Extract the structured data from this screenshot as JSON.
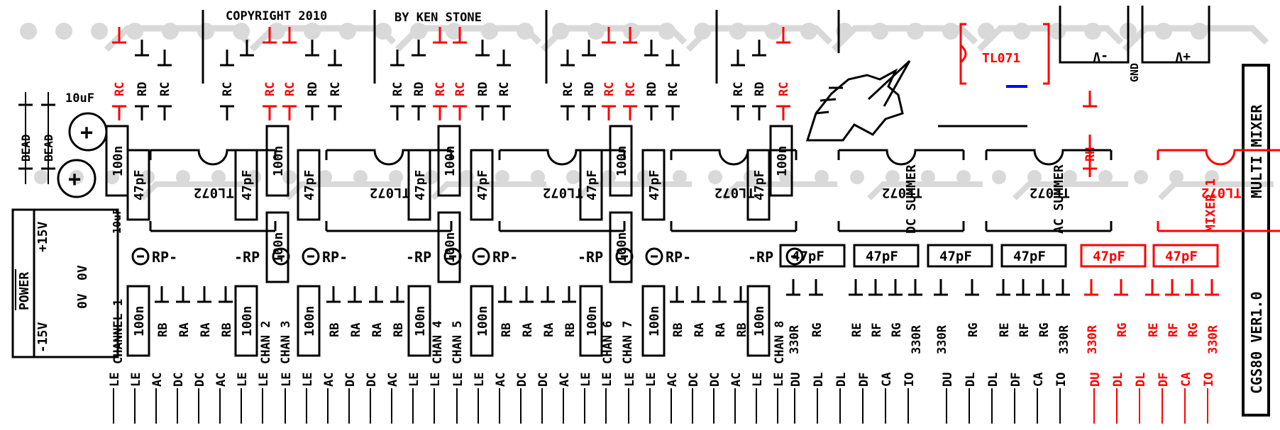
{
  "colors": {
    "ink": "#000000",
    "board": "#d9d9d9",
    "board_light": "#ececec",
    "accent": "#ff0000",
    "accent2": "#0000ff"
  },
  "header": {
    "copyright": "COPYRIGHT 2010",
    "author": "BY KEN STONE"
  },
  "board": {
    "title": "MULTI MIXER",
    "version": "CGS80 VER1.0",
    "mixer": "MIXER 1",
    "dc_summer": "DC SUMMER",
    "ac_summer": "AC SUMMER",
    "tl071": "TL071",
    "tl072": "TL072",
    "minus_v": "-V",
    "plus_v": "+V",
    "gnd": "GND"
  },
  "power": {
    "title": "POWER",
    "pins": [
      "+15V",
      "0V",
      "0V",
      "-15V"
    ]
  },
  "bead_labels": [
    "BEAD",
    "BEAD"
  ],
  "caps": {
    "c10uf_top": "10uF",
    "c10uf_side": "10uF",
    "c100n": "100n",
    "c47pf": "47pF"
  },
  "rp_labels": [
    "RP-",
    "-RP",
    "RP-",
    "-RP",
    "RP-",
    "-RP",
    "RP-",
    "-RP"
  ],
  "channel_labels": [
    "CHANNEL 1",
    "CHAN 2",
    "CHAN 3",
    "CHAN 4",
    "CHAN 5",
    "CHAN 6",
    "CHAN 7",
    "CHAN 8"
  ],
  "top_resistors": [
    {
      "label": "RC",
      "red": true
    },
    {
      "label": "RD",
      "red": false
    },
    {
      "label": "RC",
      "red": false
    },
    {
      "label": "RC",
      "red": false
    },
    {
      "label": "RC",
      "red": true
    },
    {
      "label": "RC",
      "red": true
    },
    {
      "label": "RD",
      "red": false
    },
    {
      "label": "RC",
      "red": false
    },
    {
      "label": "RC",
      "red": false
    },
    {
      "label": "RD",
      "red": false
    },
    {
      "label": "RC",
      "red": true
    },
    {
      "label": "RC",
      "red": true
    },
    {
      "label": "RD",
      "red": false
    },
    {
      "label": "RC",
      "red": false
    },
    {
      "label": "RC",
      "red": false
    },
    {
      "label": "RD",
      "red": false
    },
    {
      "label": "RC",
      "red": true
    },
    {
      "label": "RC",
      "red": true
    },
    {
      "label": "RD",
      "red": false
    },
    {
      "label": "RC",
      "red": false
    },
    {
      "label": "RC",
      "red": false
    },
    {
      "label": "RD",
      "red": false
    },
    {
      "label": "RC",
      "red": true
    },
    {
      "label": "RH",
      "red": true
    }
  ],
  "channel_resistors": [
    "RB",
    "RA",
    "RA",
    "RB"
  ],
  "summer_resistors": [
    "330R",
    "RG",
    "RE",
    "RF",
    "RG",
    "330R"
  ],
  "mixer_resistors": [
    "330R",
    "RG",
    "RE",
    "RF",
    "RG",
    "330R"
  ],
  "channel_pins": [
    "LE",
    "LE",
    "AC",
    "DC",
    "DC",
    "AC",
    "LE",
    "LE"
  ],
  "output_pins": [
    "DU",
    "DL",
    "DL",
    "DF",
    "CA",
    "IO"
  ]
}
